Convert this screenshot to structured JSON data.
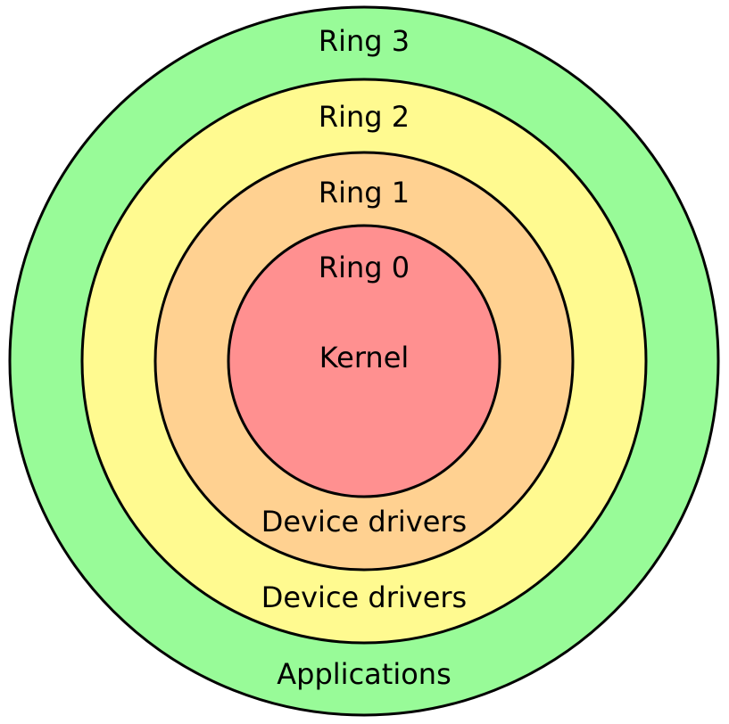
{
  "rings": [
    {
      "label": "Ring 3",
      "content": "Applications",
      "color": "#98fb98"
    },
    {
      "label": "Ring 2",
      "content": "Device drivers",
      "color": "#fffa90"
    },
    {
      "label": "Ring 1",
      "content": "Device drivers",
      "color": "#ffd191"
    },
    {
      "label": "Ring 0",
      "content": "Kernel",
      "color": "#ff9090"
    }
  ]
}
